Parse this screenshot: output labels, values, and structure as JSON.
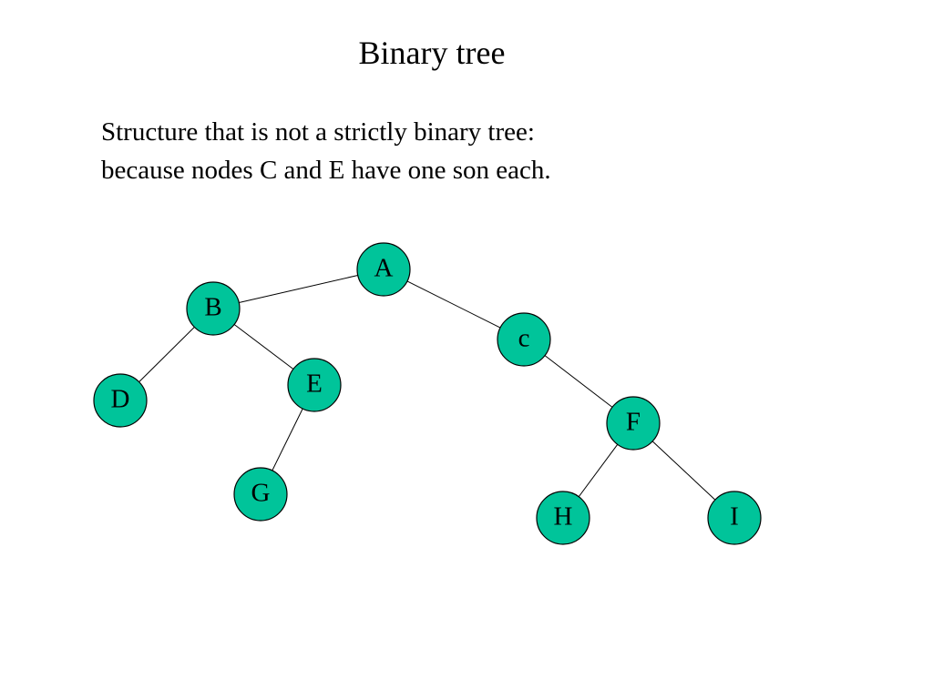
{
  "slide": {
    "title": "Binary tree",
    "body": {
      "line1": "Structure that is not a strictly binary tree:",
      "line2_part1": "because nodes ",
      "line2_node1": "C",
      "line2_part2": " and ",
      "line2_node2": "E",
      "line2_part3": " have one son each."
    }
  },
  "tree": {
    "node_fill": "#00C49A",
    "node_stroke": "#000000",
    "nodes": [
      {
        "id": "A",
        "label": "A"
      },
      {
        "id": "B",
        "label": "B"
      },
      {
        "id": "C",
        "label": "c"
      },
      {
        "id": "D",
        "label": "D"
      },
      {
        "id": "E",
        "label": "E"
      },
      {
        "id": "F",
        "label": "F"
      },
      {
        "id": "G",
        "label": "G"
      },
      {
        "id": "H",
        "label": "H"
      },
      {
        "id": "I",
        "label": "I"
      }
    ],
    "edges": [
      {
        "from": "A",
        "to": "B"
      },
      {
        "from": "A",
        "to": "C"
      },
      {
        "from": "B",
        "to": "D"
      },
      {
        "from": "B",
        "to": "E"
      },
      {
        "from": "E",
        "to": "G"
      },
      {
        "from": "C",
        "to": "F"
      },
      {
        "from": "F",
        "to": "H"
      },
      {
        "from": "F",
        "to": "I"
      }
    ]
  }
}
